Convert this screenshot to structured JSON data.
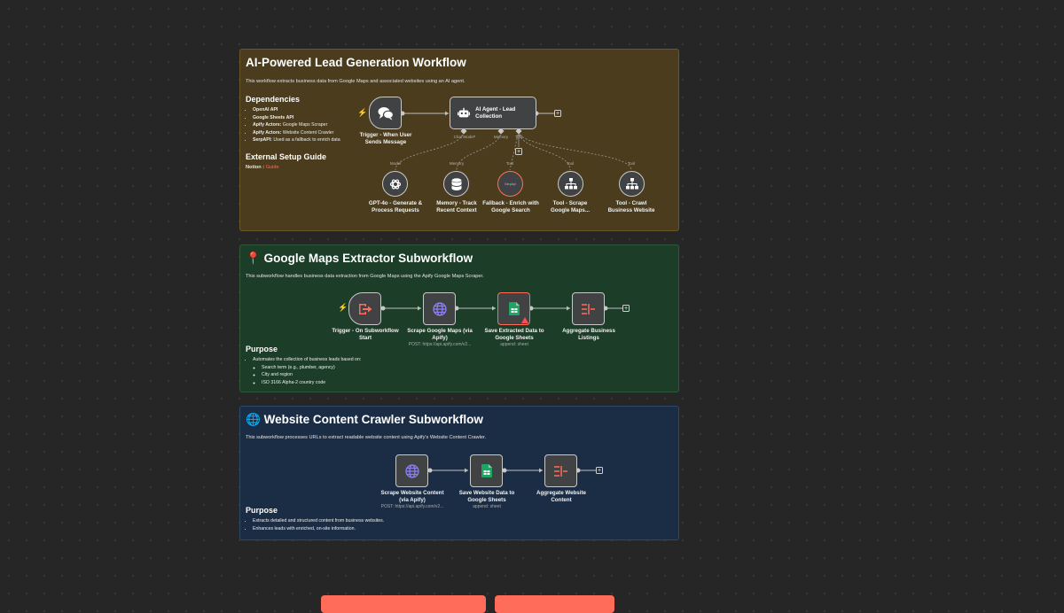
{
  "main": {
    "title": "AI-Powered Lead Generation Workflow",
    "desc": "This workflow extracts business data from Google Maps and associated websites using an AI agent.",
    "deps_heading": "Dependencies",
    "deps": [
      {
        "bold": "OpenAI API",
        "rest": ""
      },
      {
        "bold": "Google Sheets API",
        "rest": ""
      },
      {
        "bold": "Apify Actors:",
        "rest": " Google Maps Scraper"
      },
      {
        "bold": "Apify Actors:",
        "rest": " Website Content Crawler"
      },
      {
        "bold": "SerpAPI:",
        "rest": " Used as a fallback to enrich data"
      }
    ],
    "guide_heading": "External Setup Guide",
    "guide_label": "Notion : ",
    "guide_link": "Guide",
    "nodes": {
      "trigger": "Trigger - When User Sends Message",
      "agent": "AI Agent - Lead Collection",
      "gpt": "GPT-4o - Generate & Process Requests",
      "memory": "Memory - Track Recent Context",
      "fallback": "Fallback - Enrich with Google Search",
      "tool_maps": "Tool - Scrape Google Maps...",
      "tool_crawl": "Tool - Crawl Business Website"
    },
    "ports": {
      "chat_model": "Chat Model*",
      "memory": "Memory",
      "tool": "Tool"
    },
    "tags": {
      "model": "Model",
      "memory": "Memory",
      "tool1": "Tool",
      "tool2": "Tool",
      "tool3": "Tool"
    },
    "fallback_inner": "SerpApi"
  },
  "maps": {
    "title": "Google Maps Extractor Subworkflow",
    "title_icon": "📍",
    "desc": "This subworkflow handles business data extraction from Google Maps using the Apify Google Maps Scraper.",
    "purpose_heading": "Purpose",
    "purpose_item": "Automates the collection of business leads based on:",
    "purpose_sub": [
      "Search term (e.g., plumber, agency)",
      "City and region",
      "ISO 3166 Alpha-2 country code"
    ],
    "nodes": {
      "trigger": "Trigger - On Subworkflow Start",
      "scrape": "Scrape Google Maps (via Apify)",
      "save": "Save Extracted Data to Google Sheets",
      "aggregate": "Aggregate Business Listings"
    },
    "subs": {
      "scrape": "POST: https://api.apify.com/v2...",
      "save": "append: sheet"
    }
  },
  "crawler": {
    "title": "Website Content Crawler Subworkflow",
    "title_icon": "🌐",
    "desc": "This subworkflow processes URLs to extract readable website content using Apify's Website Content Crawler.",
    "purpose_heading": "Purpose",
    "purpose": [
      "Extracts detailed and structured content from business websites.",
      "Enhances leads with enriched, on-site information."
    ],
    "nodes": {
      "scrape": "Scrape Website Content (via Apify)",
      "save": "Save Website Data to Google Sheets",
      "aggregate": "Aggregate Website Content"
    },
    "subs": {
      "scrape": "POST: https://api.apify.com/v2...",
      "save": "append: sheet"
    }
  },
  "colors": {
    "accent": "#ff6d5a",
    "main_note": "#4a3c1c",
    "maps_note": "#1c3d27",
    "crawler_note": "#1b2d45"
  },
  "icons": {
    "trigger_chat": "chat-bubbles-icon",
    "agent": "robot-icon",
    "openai": "openai-icon",
    "memory": "database-icon",
    "tool": "sitemap-icon",
    "subworkflow_trigger": "sign-in-icon",
    "http": "globe-icon",
    "sheets": "google-sheets-icon",
    "aggregate": "aggregate-icon",
    "lightning": "lightning-icon",
    "warning": "warning-icon",
    "plus": "plus-icon"
  }
}
